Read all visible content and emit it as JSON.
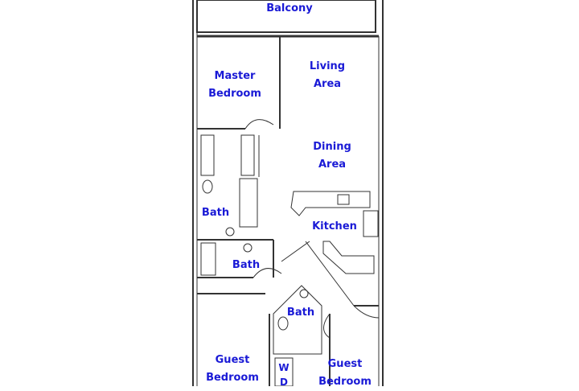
{
  "floorplan": {
    "rooms": {
      "balcony": "Balcony",
      "master_bedroom": [
        "Master",
        "Bedroom"
      ],
      "living_area": [
        "Living",
        "Area"
      ],
      "dining_area": [
        "Dining",
        "Area"
      ],
      "bath_master": "Bath",
      "kitchen": "Kitchen",
      "bath_hall": "Bath",
      "bath_guest": "Bath",
      "guest_bedroom_left": [
        "Guest",
        "Bedroom"
      ],
      "guest_bedroom_right": [
        "Guest",
        "Bedroom"
      ],
      "washer_dryer": [
        "W",
        "D"
      ]
    },
    "colors": {
      "wall": "#333333",
      "label": "#1a1ad6",
      "background": "#ffffff"
    }
  }
}
